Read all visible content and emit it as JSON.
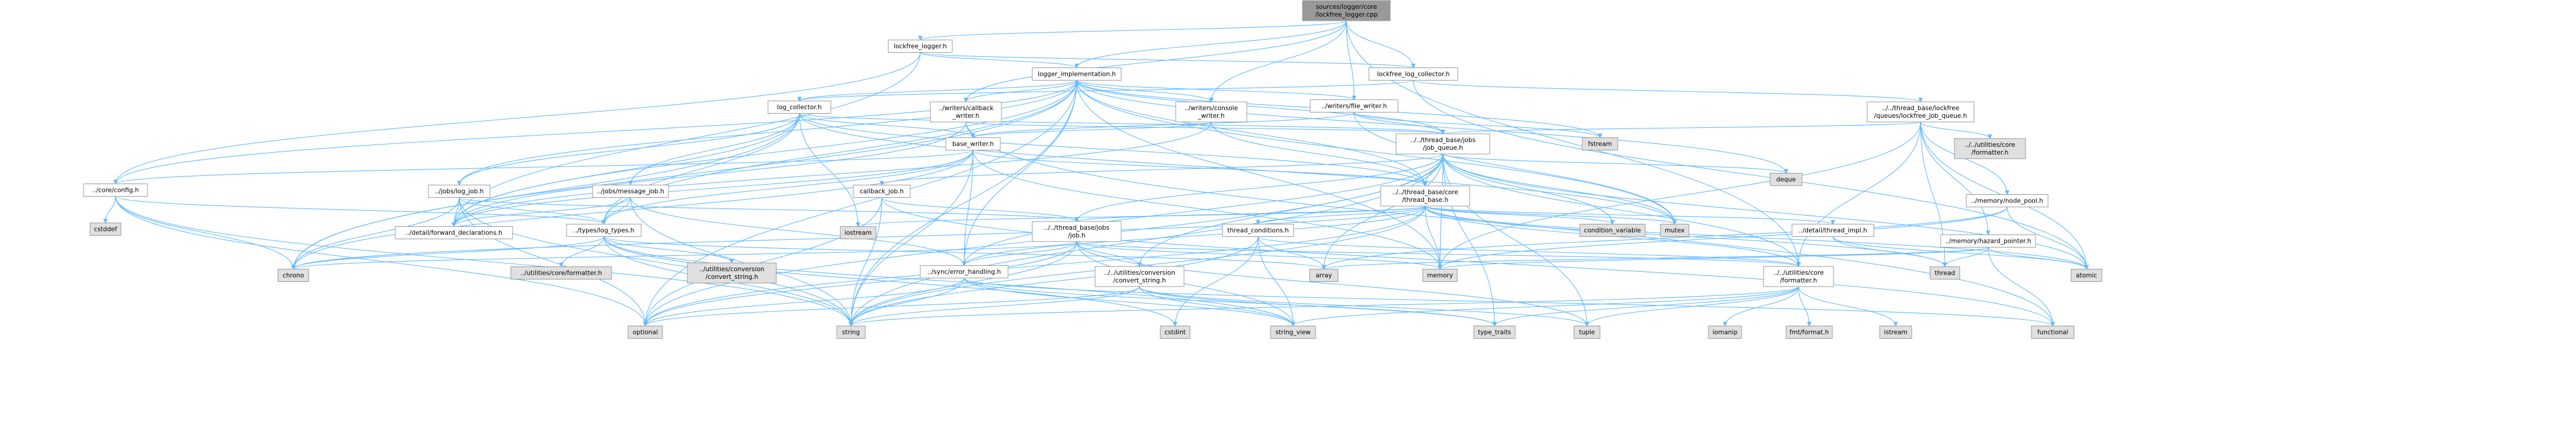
{
  "colors": {
    "root_fill": "#999999",
    "file_fill": "#ffffff",
    "file_border_red": "#ff0000",
    "system_fill": "#e0e0e0",
    "edge": "#63b8ff",
    "border": "#999999"
  },
  "nodes": [
    {
      "id": "root",
      "lines": [
        "sources/logger/core",
        "/lockfree_logger.cpp"
      ],
      "kind": "root"
    },
    {
      "id": "lockfree_logger_h",
      "lines": [
        "lockfree_logger.h"
      ],
      "kind": "file"
    },
    {
      "id": "logger_impl",
      "lines": [
        "logger_implementation.h"
      ],
      "kind": "file"
    },
    {
      "id": "lockfree_log_collector",
      "lines": [
        "lockfree_log_collector.h"
      ],
      "kind": "file"
    },
    {
      "id": "log_collector",
      "lines": [
        "log_collector.h"
      ],
      "kind": "file"
    },
    {
      "id": "callback_writer",
      "lines": [
        "../writers/callback",
        "_writer.h"
      ],
      "kind": "file"
    },
    {
      "id": "console_writer",
      "lines": [
        "../writers/console",
        "_writer.h"
      ],
      "kind": "file"
    },
    {
      "id": "file_writer",
      "lines": [
        "../writers/file_writer.h"
      ],
      "kind": "file"
    },
    {
      "id": "lockfree_job_queue",
      "lines": [
        "../../thread_base/lockfree",
        "/queues/lockfree_job_queue.h"
      ],
      "kind": "file"
    },
    {
      "id": "base_writer",
      "lines": [
        "base_writer.h"
      ],
      "kind": "file"
    },
    {
      "id": "job_queue",
      "lines": [
        "../../thread_base/jobs",
        "/job_queue.h"
      ],
      "kind": "file"
    },
    {
      "id": "fstream",
      "lines": [
        "fstream"
      ],
      "kind": "system"
    },
    {
      "id": "utilities_core_formatter_top",
      "lines": [
        "../../utilities/core",
        "/formatter.h"
      ],
      "kind": "system"
    },
    {
      "id": "core_config",
      "lines": [
        "../core/config.h"
      ],
      "kind": "file"
    },
    {
      "id": "jobs_log_job",
      "lines": [
        "../jobs/log_job.h"
      ],
      "kind": "red"
    },
    {
      "id": "jobs_message_job",
      "lines": [
        "../jobs/message_job.h"
      ],
      "kind": "red"
    },
    {
      "id": "callback_job",
      "lines": [
        "callback_job.h"
      ],
      "kind": "red"
    },
    {
      "id": "thread_base_core",
      "lines": [
        "../../thread_base/core",
        "/thread_base.h"
      ],
      "kind": "file"
    },
    {
      "id": "deque",
      "lines": [
        "deque"
      ],
      "kind": "system"
    },
    {
      "id": "memory_node_pool",
      "lines": [
        "../memory/node_pool.h"
      ],
      "kind": "red"
    },
    {
      "id": "cstddef",
      "lines": [
        "cstddef"
      ],
      "kind": "system"
    },
    {
      "id": "forward_declarations",
      "lines": [
        "../detail/forward_declarations.h"
      ],
      "kind": "file"
    },
    {
      "id": "types_log_types",
      "lines": [
        "../types/log_types.h"
      ],
      "kind": "file"
    },
    {
      "id": "iostream",
      "lines": [
        "iostream"
      ],
      "kind": "system"
    },
    {
      "id": "thread_base_jobs_job",
      "lines": [
        "../../thread_base/jobs",
        "/job.h"
      ],
      "kind": "red"
    },
    {
      "id": "thread_conditions",
      "lines": [
        "thread_conditions.h"
      ],
      "kind": "file"
    },
    {
      "id": "condition_variable",
      "lines": [
        "condition_variable"
      ],
      "kind": "system"
    },
    {
      "id": "mutex",
      "lines": [
        "mutex"
      ],
      "kind": "system"
    },
    {
      "id": "detail_thread_impl",
      "lines": [
        "../detail/thread_impl.h"
      ],
      "kind": "file"
    },
    {
      "id": "memory_hazard_pointer",
      "lines": [
        "../memory/hazard_pointer.h"
      ],
      "kind": "red"
    },
    {
      "id": "utilities_core_formatter_txt",
      "lines": [
        "../utilities/core/formatter.h"
      ],
      "kind": "system"
    },
    {
      "id": "utilities_conversion_convert_string_sys",
      "lines": [
        "../utilities/conversion",
        "/convert_string.h"
      ],
      "kind": "system"
    },
    {
      "id": "sync_error_handling",
      "lines": [
        "../sync/error_handling.h"
      ],
      "kind": "red"
    },
    {
      "id": "utilities_conversion_convert_string",
      "lines": [
        "../../utilities/conversion",
        "/convert_string.h"
      ],
      "kind": "red"
    },
    {
      "id": "array",
      "lines": [
        "array"
      ],
      "kind": "system"
    },
    {
      "id": "memory",
      "lines": [
        "memory"
      ],
      "kind": "system"
    },
    {
      "id": "utilities_core_formatter",
      "lines": [
        "../../utilities/core",
        "/formatter.h"
      ],
      "kind": "file"
    },
    {
      "id": "thread",
      "lines": [
        "thread"
      ],
      "kind": "system"
    },
    {
      "id": "atomic",
      "lines": [
        "atomic"
      ],
      "kind": "system"
    },
    {
      "id": "chrono",
      "lines": [
        "chrono"
      ],
      "kind": "system"
    },
    {
      "id": "optional",
      "lines": [
        "optional"
      ],
      "kind": "system"
    },
    {
      "id": "string",
      "lines": [
        "string"
      ],
      "kind": "system"
    },
    {
      "id": "cstdint",
      "lines": [
        "cstdint"
      ],
      "kind": "system"
    },
    {
      "id": "string_view",
      "lines": [
        "string_view"
      ],
      "kind": "system"
    },
    {
      "id": "type_traits",
      "lines": [
        "type_traits"
      ],
      "kind": "system"
    },
    {
      "id": "tuple",
      "lines": [
        "tuple"
      ],
      "kind": "system"
    },
    {
      "id": "iomanip",
      "lines": [
        "iomanip"
      ],
      "kind": "system"
    },
    {
      "id": "fmt_format",
      "lines": [
        "fmt/format.h"
      ],
      "kind": "system"
    },
    {
      "id": "istream",
      "lines": [
        "istream"
      ],
      "kind": "system"
    },
    {
      "id": "functional",
      "lines": [
        "functional"
      ],
      "kind": "system"
    }
  ],
  "edges": [
    [
      "root",
      "lockfree_logger_h"
    ],
    [
      "root",
      "logger_impl"
    ],
    [
      "root",
      "lockfree_log_collector"
    ],
    [
      "root",
      "callback_writer"
    ],
    [
      "root",
      "console_writer"
    ],
    [
      "root",
      "file_writer"
    ],
    [
      "root",
      "utilities_core_formatter"
    ],
    [
      "lockfree_logger_h",
      "logger_impl"
    ],
    [
      "lockfree_logger_h",
      "lockfree_log_collector"
    ],
    [
      "lockfree_logger_h",
      "core_config"
    ],
    [
      "lockfree_logger_h",
      "forward_declarations"
    ],
    [
      "logger_impl",
      "log_collector"
    ],
    [
      "logger_impl",
      "callback_writer"
    ],
    [
      "logger_impl",
      "console_writer"
    ],
    [
      "logger_impl",
      "file_writer"
    ],
    [
      "logger_impl",
      "core_config"
    ],
    [
      "logger_impl",
      "jobs_log_job"
    ],
    [
      "logger_impl",
      "thread_base_core"
    ],
    [
      "logger_impl",
      "job_queue"
    ],
    [
      "logger_impl",
      "forward_declarations"
    ],
    [
      "logger_impl",
      "types_log_types"
    ],
    [
      "logger_impl",
      "sync_error_handling"
    ],
    [
      "logger_impl",
      "chrono"
    ],
    [
      "logger_impl",
      "optional"
    ],
    [
      "logger_impl",
      "string"
    ],
    [
      "logger_impl",
      "deque"
    ],
    [
      "logger_impl",
      "mutex"
    ],
    [
      "logger_impl",
      "fstream"
    ],
    [
      "logger_impl",
      "memory"
    ],
    [
      "lockfree_log_collector",
      "lockfree_job_queue"
    ],
    [
      "lockfree_log_collector",
      "log_collector"
    ],
    [
      "lockfree_log_collector",
      "atomic"
    ],
    [
      "log_collector",
      "base_writer"
    ],
    [
      "log_collector",
      "jobs_log_job"
    ],
    [
      "log_collector",
      "jobs_message_job"
    ],
    [
      "log_collector",
      "thread_base_core"
    ],
    [
      "log_collector",
      "job_queue"
    ],
    [
      "log_collector",
      "forward_declarations"
    ],
    [
      "log_collector",
      "types_log_types"
    ],
    [
      "log_collector",
      "iostream"
    ],
    [
      "log_collector",
      "chrono"
    ],
    [
      "log_collector",
      "mutex"
    ],
    [
      "callback_writer",
      "base_writer"
    ],
    [
      "callback_writer",
      "job_queue"
    ],
    [
      "callback_writer",
      "forward_declarations"
    ],
    [
      "callback_writer",
      "functional"
    ],
    [
      "console_writer",
      "base_writer"
    ],
    [
      "console_writer",
      "thread_base_core"
    ],
    [
      "console_writer",
      "forward_declarations"
    ],
    [
      "file_writer",
      "base_writer"
    ],
    [
      "file_writer",
      "job_queue"
    ],
    [
      "file_writer",
      "fstream"
    ],
    [
      "file_writer",
      "mutex"
    ],
    [
      "lockfree_job_queue",
      "job_queue"
    ],
    [
      "lockfree_job_queue",
      "memory_node_pool"
    ],
    [
      "lockfree_job_queue",
      "memory_hazard_pointer"
    ],
    [
      "lockfree_job_queue",
      "utilities_core_formatter_top"
    ],
    [
      "lockfree_job_queue",
      "atomic"
    ],
    [
      "lockfree_job_queue",
      "memory"
    ],
    [
      "lockfree_job_queue",
      "thread"
    ],
    [
      "lockfree_job_queue",
      "utilities_core_formatter"
    ],
    [
      "base_writer",
      "core_config"
    ],
    [
      "base_writer",
      "thread_base_core"
    ],
    [
      "base_writer",
      "forward_declarations"
    ],
    [
      "base_writer",
      "types_log_types"
    ],
    [
      "base_writer",
      "sync_error_handling"
    ],
    [
      "base_writer",
      "chrono"
    ],
    [
      "base_writer",
      "string"
    ],
    [
      "base_writer",
      "memory"
    ],
    [
      "job_queue",
      "callback_job"
    ],
    [
      "job_queue",
      "thread_base_core"
    ],
    [
      "job_queue",
      "thread_base_jobs_job"
    ],
    [
      "job_queue",
      "deque"
    ],
    [
      "job_queue",
      "mutex"
    ],
    [
      "job_queue",
      "condition_variable"
    ],
    [
      "job_queue",
      "atomic"
    ],
    [
      "job_queue",
      "memory"
    ],
    [
      "job_queue",
      "optional"
    ],
    [
      "job_queue",
      "string"
    ],
    [
      "job_queue",
      "tuple"
    ],
    [
      "job_queue",
      "sync_error_handling"
    ],
    [
      "job_queue",
      "utilities_conversion_convert_string"
    ],
    [
      "job_queue",
      "utilities_core_formatter"
    ],
    [
      "job_queue",
      "array"
    ],
    [
      "job_queue",
      "type_traits"
    ],
    [
      "core_config",
      "cstddef"
    ],
    [
      "core_config",
      "types_log_types"
    ],
    [
      "core_config",
      "chrono"
    ],
    [
      "core_config",
      "string"
    ],
    [
      "core_config",
      "optional"
    ],
    [
      "jobs_log_job",
      "forward_declarations"
    ],
    [
      "jobs_log_job",
      "types_log_types"
    ],
    [
      "jobs_log_job",
      "chrono"
    ],
    [
      "jobs_log_job",
      "string"
    ],
    [
      "jobs_log_job",
      "optional"
    ],
    [
      "jobs_log_job",
      "thread_base_jobs_job"
    ],
    [
      "jobs_message_job",
      "forward_declarations"
    ],
    [
      "jobs_message_job",
      "types_log_types"
    ],
    [
      "jobs_message_job",
      "string"
    ],
    [
      "jobs_message_job",
      "sync_error_handling"
    ],
    [
      "callback_job",
      "thread_base_jobs_job"
    ],
    [
      "callback_job",
      "functional"
    ],
    [
      "callback_job",
      "string"
    ],
    [
      "callback_job",
      "optional"
    ],
    [
      "thread_base_core",
      "thread_base_jobs_job"
    ],
    [
      "thread_base_core",
      "thread_conditions"
    ],
    [
      "thread_base_core",
      "detail_thread_impl"
    ],
    [
      "thread_base_core",
      "condition_variable"
    ],
    [
      "thread_base_core",
      "mutex"
    ],
    [
      "thread_base_core",
      "memory"
    ],
    [
      "thread_base_core",
      "thread"
    ],
    [
      "thread_base_core",
      "atomic"
    ],
    [
      "thread_base_core",
      "chrono"
    ],
    [
      "thread_base_core",
      "optional"
    ],
    [
      "thread_base_core",
      "string"
    ],
    [
      "thread_base_core",
      "utilities_core_formatter"
    ],
    [
      "thread_base_core",
      "sync_error_handling"
    ],
    [
      "thread_base_core",
      "iostream"
    ],
    [
      "memory_node_pool",
      "atomic"
    ],
    [
      "memory_node_pool",
      "memory"
    ],
    [
      "memory_node_pool",
      "array"
    ],
    [
      "types_log_types",
      "utilities_core_formatter_txt"
    ],
    [
      "types_log_types",
      "utilities_conversion_convert_string_sys"
    ],
    [
      "types_log_types",
      "chrono"
    ],
    [
      "types_log_types",
      "string"
    ],
    [
      "types_log_types",
      "string_view"
    ],
    [
      "types_log_types",
      "array"
    ],
    [
      "types_log_types",
      "cstdint"
    ],
    [
      "thread_base_jobs_job",
      "sync_error_handling"
    ],
    [
      "thread_base_jobs_job",
      "utilities_conversion_convert_string"
    ],
    [
      "thread_base_jobs_job",
      "chrono"
    ],
    [
      "thread_base_jobs_job",
      "memory"
    ],
    [
      "thread_base_jobs_job",
      "string"
    ],
    [
      "thread_base_jobs_job",
      "string_view"
    ],
    [
      "thread_base_jobs_job",
      "optional"
    ],
    [
      "thread_base_jobs_job",
      "utilities_core_formatter"
    ],
    [
      "thread_base_jobs_job",
      "tuple"
    ],
    [
      "thread_conditions",
      "utilities_core_formatter"
    ],
    [
      "thread_conditions",
      "array"
    ],
    [
      "thread_conditions",
      "string"
    ],
    [
      "thread_conditions",
      "string_view"
    ],
    [
      "thread_conditions",
      "cstdint"
    ],
    [
      "detail_thread_impl",
      "thread"
    ],
    [
      "detail_thread_impl",
      "atomic"
    ],
    [
      "memory_hazard_pointer",
      "atomic"
    ],
    [
      "memory_hazard_pointer",
      "array"
    ],
    [
      "memory_hazard_pointer",
      "thread"
    ],
    [
      "memory_hazard_pointer",
      "functional"
    ],
    [
      "memory_hazard_pointer",
      "memory"
    ],
    [
      "sync_error_handling",
      "optional"
    ],
    [
      "sync_error_handling",
      "string"
    ],
    [
      "sync_error_handling",
      "string_view"
    ],
    [
      "sync_error_handling",
      "type_traits"
    ],
    [
      "sync_error_handling",
      "functional"
    ],
    [
      "utilities_conversion_convert_string",
      "string"
    ],
    [
      "utilities_conversion_convert_string",
      "string_view"
    ],
    [
      "utilities_conversion_convert_string",
      "optional"
    ],
    [
      "utilities_conversion_convert_string",
      "type_traits"
    ],
    [
      "utilities_conversion_convert_string",
      "tuple"
    ],
    [
      "utilities_core_formatter",
      "iomanip"
    ],
    [
      "utilities_core_formatter",
      "fmt_format"
    ],
    [
      "utilities_core_formatter",
      "istream"
    ],
    [
      "utilities_core_formatter",
      "string"
    ],
    [
      "utilities_core_formatter",
      "string_view"
    ],
    [
      "utilities_core_formatter",
      "type_traits"
    ],
    [
      "utilities_core_formatter",
      "tuple"
    ]
  ]
}
